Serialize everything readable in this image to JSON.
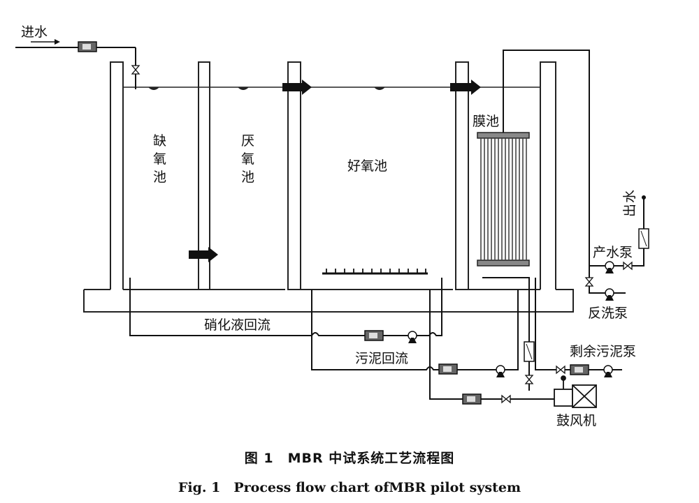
{
  "labels": {
    "inlet": "进水",
    "anoxic_1": "缺",
    "anoxic_2": "氧",
    "anoxic_3": "池",
    "anaerobic_1": "厌",
    "anaerobic_2": "氧",
    "anaerobic_3": "池",
    "aerobic": "好氧池",
    "membrane_tank": "膜池",
    "effluent_1": "出",
    "effluent_2": "水",
    "permeate_pump": "产水泵",
    "backwash_pump": "反洗泵",
    "nitrate_recycle": "硝化液回流",
    "sludge_return": "污泥回流",
    "excess_sludge_pump": "剩余污泥泵",
    "blower": "鼓风机"
  },
  "caption": {
    "cn": "图 1　MBR 中试系统工艺流程图",
    "en": "Fig. 1　Process flow chart ofMBR pilot system"
  }
}
